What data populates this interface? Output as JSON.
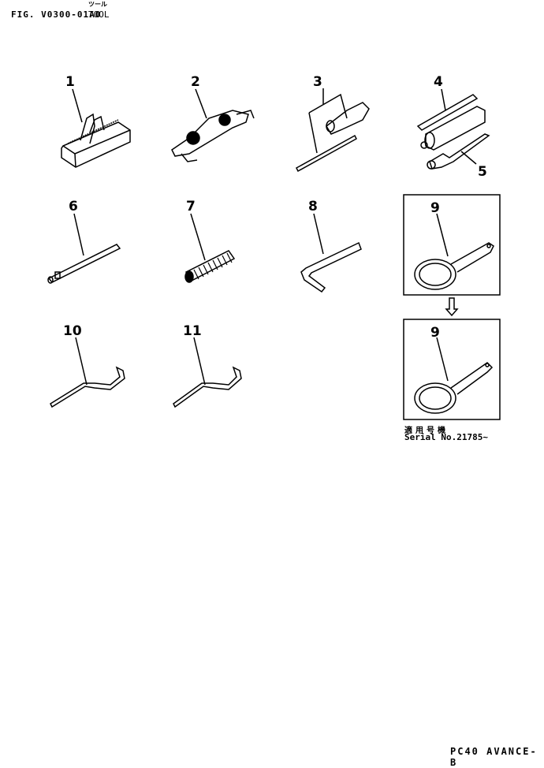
{
  "header": {
    "figure_id": "FIG. V0300-01A0",
    "title_jp": "ツール",
    "title_en": "TOOL"
  },
  "callouts": [
    {
      "id": "1",
      "label": "1"
    },
    {
      "id": "2",
      "label": "2"
    },
    {
      "id": "3",
      "label": "3"
    },
    {
      "id": "4",
      "label": "4"
    },
    {
      "id": "5",
      "label": "5"
    },
    {
      "id": "6",
      "label": "6"
    },
    {
      "id": "7",
      "label": "7"
    },
    {
      "id": "8",
      "label": "8"
    },
    {
      "id": "9a",
      "label": "9"
    },
    {
      "id": "9b",
      "label": "9"
    },
    {
      "id": "10",
      "label": "10"
    },
    {
      "id": "11",
      "label": "11"
    }
  ],
  "serial_note": {
    "label_jp": "適用号機",
    "text": "Serial No.21785~"
  },
  "footer": {
    "text": "PC40 AVANCE-B"
  }
}
